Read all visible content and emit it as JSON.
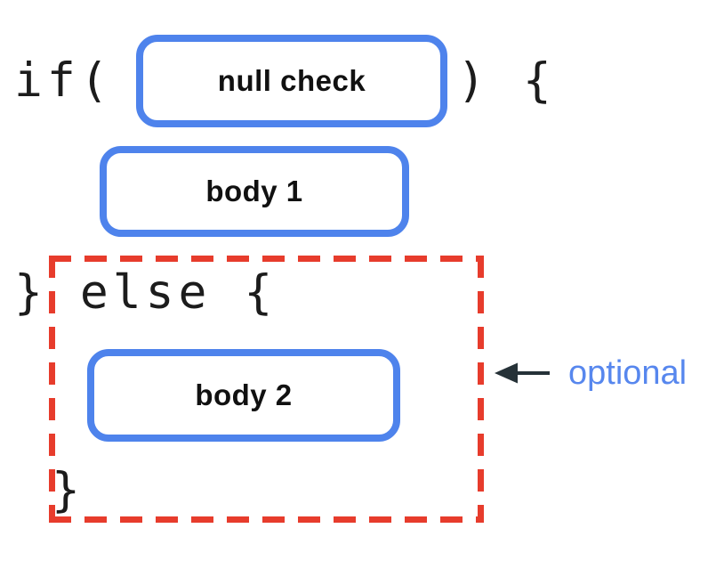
{
  "diagram": {
    "title_hint": "if-else statement structure with optional else branch",
    "code": {
      "if_open": "if(",
      "if_close": ") {",
      "else_line": "} else {",
      "closing_brace": "}"
    },
    "boxes": {
      "condition_label": "null check",
      "body1_label": "body 1",
      "body2_label": "body 2"
    },
    "annotation": {
      "label": "optional",
      "arrow_icon": "arrow-left"
    },
    "colors": {
      "box_border": "#4e83ec",
      "dashed_border": "#e73c2c",
      "arrow": "#263238",
      "annotation_text": "#5787ee",
      "code_text": "#1c1c1c",
      "box_text": "#111111",
      "background": "#ffffff"
    }
  }
}
